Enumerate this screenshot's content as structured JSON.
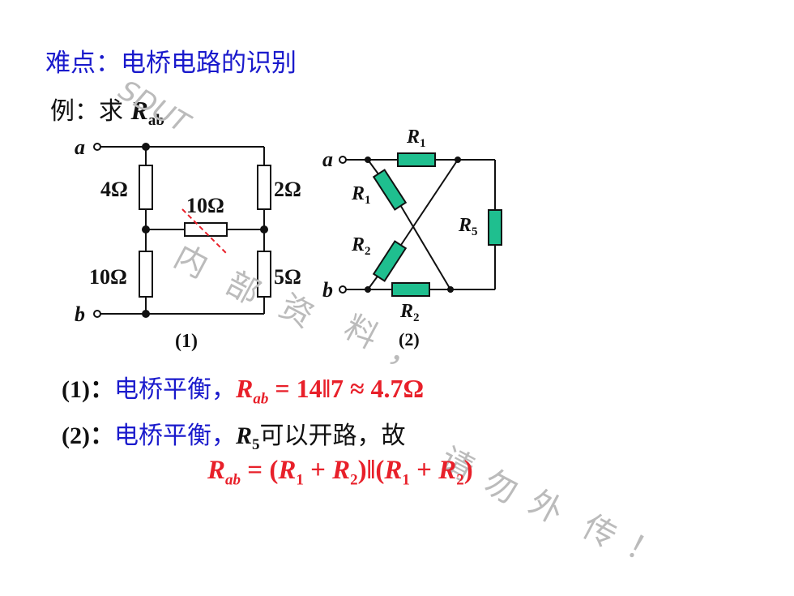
{
  "title": "难点：电桥电路的识别",
  "example": {
    "prefix": "例：求 ",
    "symbol": "R",
    "sub": "ab"
  },
  "circuit1": {
    "node_a": "a",
    "node_b": "b",
    "r_tl": "4Ω",
    "r_tr": "2Ω",
    "r_mid": "10Ω",
    "r_bl": "10Ω",
    "r_br": "5Ω",
    "caption": "(1)"
  },
  "circuit2": {
    "node_a": "a",
    "node_b": "b",
    "r1_top": "R",
    "r1_top_sub": "1",
    "r1_diag": "R",
    "r1_diag_sub": "1",
    "r2_diag": "R",
    "r2_diag_sub": "2",
    "r2_bot": "R",
    "r2_bot_sub": "2",
    "r5": "R",
    "r5_sub": "5",
    "caption": "(2)"
  },
  "line1": {
    "prefix": "(1)：",
    "text": "电桥平衡，",
    "formula": {
      "sym": "R",
      "sub": "ab",
      "rest": " = 14‖7 ≈ 4.7Ω"
    }
  },
  "line2": {
    "prefix": "(2)：",
    "text": "电桥平衡，",
    "sym": "R",
    "sub": "5",
    "rest": "可以开路，故"
  },
  "formula2": {
    "lhs": "R",
    "lhs_sub": "ab",
    "eq": " = (",
    "a": "R",
    "a_sub": "1",
    "plus1": " + ",
    "b": "R",
    "b_sub": "2",
    "mid": ")‖(",
    "c": "R",
    "c_sub": "1",
    "plus2": " + ",
    "d": "R",
    "d_sub": "2",
    "end": ")"
  },
  "watermark": {
    "sdut": "SDUT",
    "chars": [
      "内",
      "部",
      "资",
      "料",
      "，",
      "请",
      "勿",
      "外",
      "传",
      "！"
    ]
  },
  "colors": {
    "title": "#1a1acc",
    "formula": "#e8202a",
    "resistor_fill": "#1fbf8f",
    "watermark": "#bbbbbb"
  }
}
